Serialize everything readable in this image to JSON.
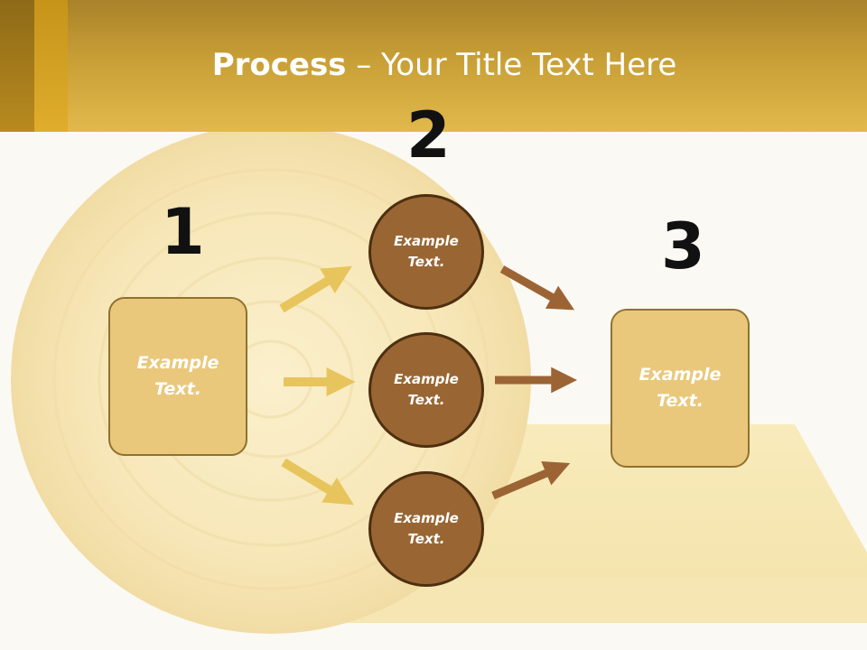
{
  "title": {
    "bold": "Process",
    "rest": " – Your Title Text Here"
  },
  "steps": [
    {
      "number": "1",
      "text_line1": "Example",
      "text_line2": "Text."
    },
    {
      "number": "2"
    },
    {
      "number": "3",
      "text_line1": "Example",
      "text_line2": "Text."
    }
  ],
  "circles": [
    {
      "text_line1": "Example",
      "text_line2": "Text."
    },
    {
      "text_line1": "Example",
      "text_line2": "Text."
    },
    {
      "text_line1": "Example",
      "text_line2": "Text."
    }
  ],
  "colors": {
    "header": "#d4aa3c",
    "box_fill": "#e9c87b",
    "circle_fill": "#996633",
    "arrow_light": "#e8c45c",
    "arrow_dark": "#9c6434"
  }
}
